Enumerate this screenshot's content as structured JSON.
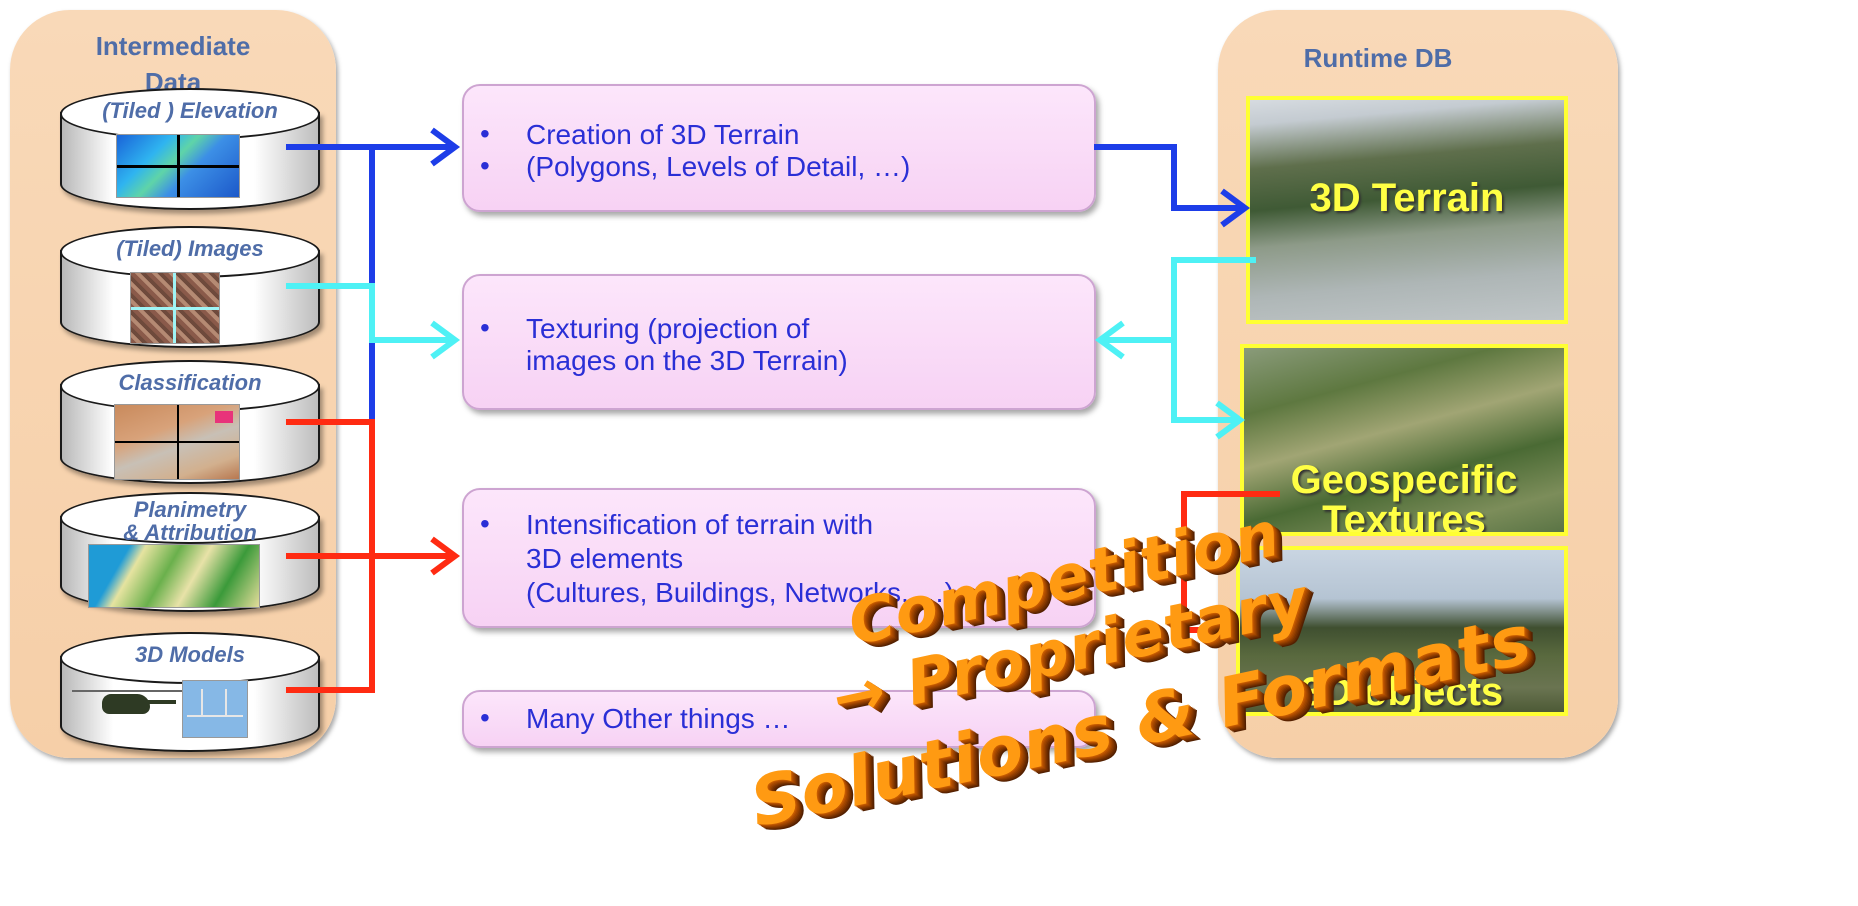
{
  "intermediate": {
    "title_line1": "Intermediate",
    "title_line2": "Data",
    "items": [
      {
        "label": "(Tiled ) Elevation"
      },
      {
        "label": "(Tiled) Images"
      },
      {
        "label": "Classification"
      },
      {
        "label_line1": "Planimetry",
        "label_line2": "& Attribution"
      },
      {
        "label": "3D Models"
      }
    ]
  },
  "processes": [
    {
      "bullet": "•",
      "line1": "Creation of 3D Terrain",
      "line2": "(Polygons, Levels of Detail, …)"
    },
    {
      "bullet": "•",
      "line1": "Texturing (projection of",
      "line2": "images on the 3D Terrain)"
    },
    {
      "bullet": "•",
      "line1": "Intensification of terrain with",
      "line2": "3D elements",
      "line3": "(Cultures, Buildings, Networks, …)"
    },
    {
      "bullet": "•",
      "line1": "Many Other things …"
    }
  ],
  "runtime": {
    "title": "Runtime DB",
    "items": [
      {
        "label": "3D Terrain"
      },
      {
        "label_line1": "Geospecific",
        "label_line2": "Textures"
      },
      {
        "label": "3D objects"
      }
    ]
  },
  "overlay": {
    "line1": "Competition",
    "line2": "→ Proprietary",
    "line3": "Solutions & Formats"
  },
  "colors": {
    "elevation_arrow": "#1d3de8",
    "images_arrow": "#4ef1f5",
    "classification_arrow": "#ff2b12",
    "highlight_border": "#ffff33",
    "process_text": "#2a2fd6"
  }
}
